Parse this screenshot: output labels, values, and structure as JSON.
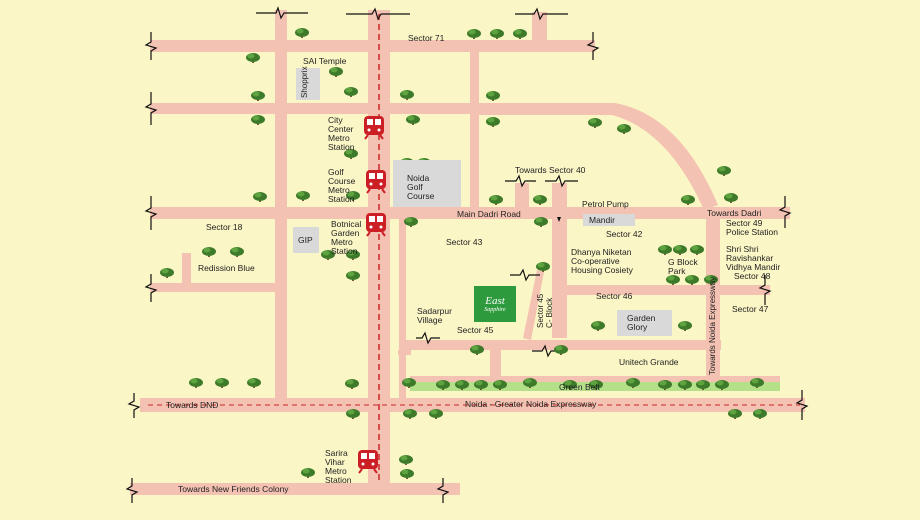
{
  "labels": {
    "sector_71": "Sector 71",
    "sai_temple": "SAI Temple",
    "shopprix": "Shopprix",
    "city_center_metro": [
      "City",
      "Center",
      "Metro",
      "Station"
    ],
    "golf_course_metro": [
      "Golf",
      "Course",
      "Metro",
      "Station"
    ],
    "noida_golf_course": [
      "Noida",
      "Golf",
      "Course"
    ],
    "towards_sector_40": "Towards Sector 40",
    "main_dadri_road": "Main Dadri Road",
    "petrol_pump": "Petrol Pump",
    "mandir": "Mandir",
    "towards_dadri": "Towards Dadri",
    "sector_49_police": [
      "Sector 49",
      "Police Station"
    ],
    "botnical_garden_metro": [
      "Botnical",
      "Garden",
      "Metro",
      "Station"
    ],
    "sector_18": "Sector 18",
    "gip": "GIP",
    "sector_43": "Sector 43",
    "sector_42": "Sector 42",
    "dhanya_niketan": [
      "Dhanya Niketan",
      "Co-operative",
      "Housing Cosiety"
    ],
    "g_block_park": [
      "G Block",
      "Park"
    ],
    "shri_shri": [
      "Shri Shri",
      "Ravishankar",
      "Vidhya Mandir"
    ],
    "redission_blue": "Redission Blue",
    "sector_48": "Sector 48",
    "sector_46": "Sector 46",
    "sector_47": "Sector 47",
    "sadarpur_village": [
      "Sadarpur",
      "Village"
    ],
    "sector_45_c_block": [
      "Sector 45",
      "C- Block"
    ],
    "garden_glory": [
      "Garden",
      "Glory"
    ],
    "sector_45": "Sector 45",
    "towards_noida_expressway": "Towards Noida Expressway",
    "unitech_grande": "Unitech Grande",
    "green_belt": "Green Belt",
    "towards_dnd": "Towards DND",
    "expressway": "Noida  - Greater Noida Expressway",
    "sarira_vihar_metro": [
      "Sarira",
      "Vihar",
      "Metro",
      "Station"
    ],
    "towards_new_friends_colony": "Towards New Friends Colony",
    "logo_line1": "East",
    "logo_line2": "Sapphire"
  },
  "colors": {
    "background": "#fbf6c6",
    "road": "#f4c2b2",
    "building": "#d9d9d9",
    "green_belt": "#b5e08a",
    "metro_icon": "#cc1f25",
    "tree": "#3d7b2a",
    "project_logo": "#2e9a3e"
  },
  "icons": [
    "metro-train-icon",
    "tree-icon",
    "road-break-icon"
  ]
}
